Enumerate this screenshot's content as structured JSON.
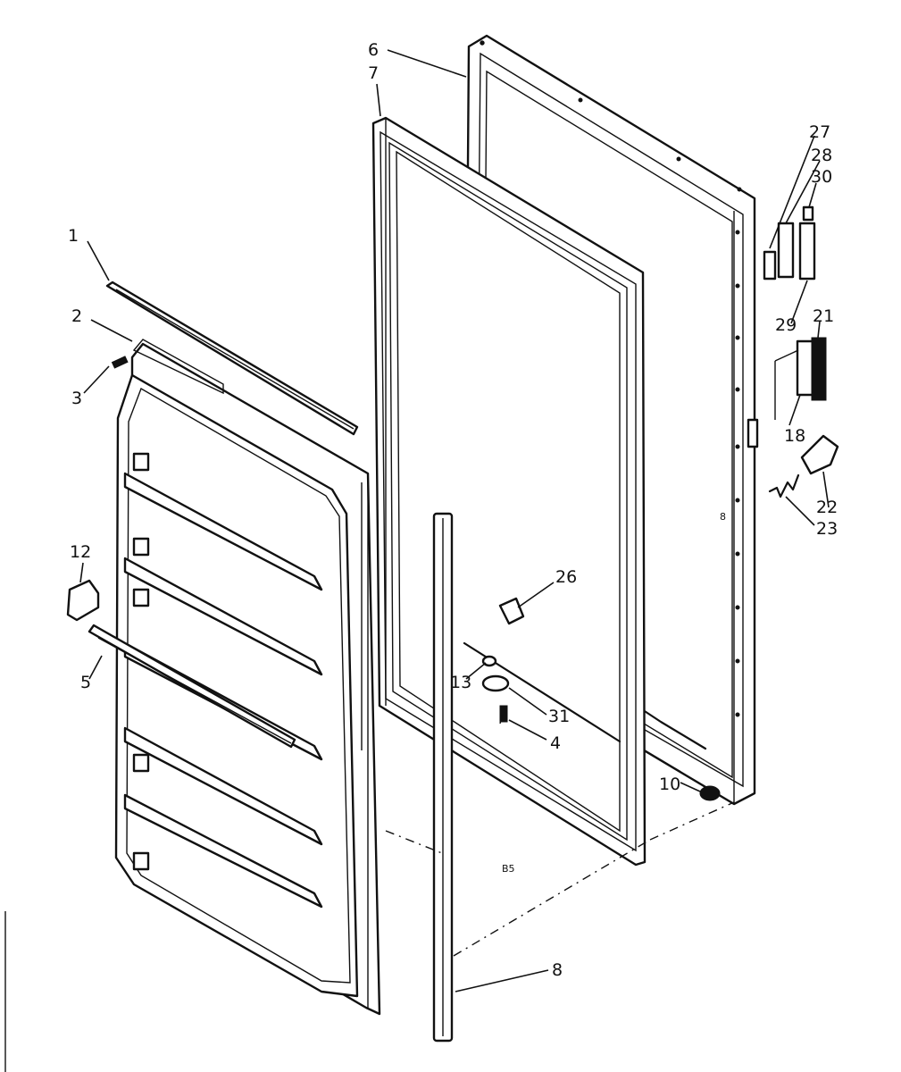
{
  "diagram": {
    "callouts": [
      {
        "id": "1",
        "text": "1"
      },
      {
        "id": "2",
        "text": "2"
      },
      {
        "id": "3",
        "text": "3"
      },
      {
        "id": "4",
        "text": "4"
      },
      {
        "id": "5",
        "text": "5"
      },
      {
        "id": "6",
        "text": "6"
      },
      {
        "id": "7",
        "text": "7"
      },
      {
        "id": "8",
        "text": "8"
      },
      {
        "id": "10",
        "text": "10"
      },
      {
        "id": "12",
        "text": "12"
      },
      {
        "id": "13",
        "text": "13"
      },
      {
        "id": "18",
        "text": "18"
      },
      {
        "id": "21",
        "text": "21"
      },
      {
        "id": "22",
        "text": "22"
      },
      {
        "id": "23",
        "text": "23"
      },
      {
        "id": "26",
        "text": "26"
      },
      {
        "id": "27",
        "text": "27"
      },
      {
        "id": "28",
        "text": "28"
      },
      {
        "id": "29",
        "text": "29"
      },
      {
        "id": "30",
        "text": "30"
      },
      {
        "id": "31",
        "text": "31"
      }
    ],
    "marks": {
      "center_mark": "B5",
      "cabinet_mark": "8"
    }
  }
}
